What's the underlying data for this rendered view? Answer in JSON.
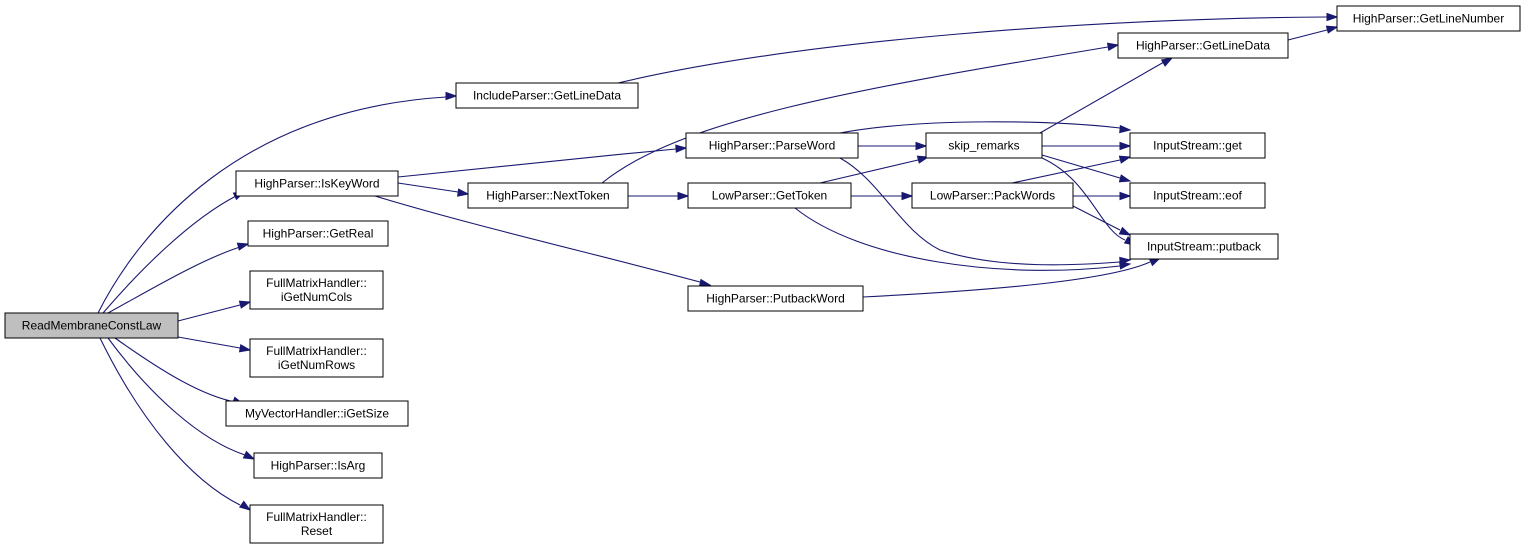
{
  "colors": {
    "edge": "#191970",
    "node_fill": "#ffffff",
    "root_fill": "#bfbfbf",
    "node_border": "#000000"
  },
  "nodes": {
    "root": [
      "ReadMembraneConstLaw"
    ],
    "include_getlinedata": [
      "IncludeParser::GetLineData"
    ],
    "iskeyword": [
      "HighParser::IsKeyWord"
    ],
    "getreal": [
      "HighParser::GetReal"
    ],
    "igetnumcols": [
      "FullMatrixHandler::",
      "iGetNumCols"
    ],
    "igetnumrows": [
      "FullMatrixHandler::",
      "iGetNumRows"
    ],
    "igetsize": [
      "MyVectorHandler::iGetSize"
    ],
    "isarg": [
      "HighParser::IsArg"
    ],
    "reset": [
      "FullMatrixHandler::",
      "Reset"
    ],
    "nexttoken": [
      "HighParser::NextToken"
    ],
    "parseword": [
      "HighParser::ParseWord"
    ],
    "gettoken": [
      "LowParser::GetToken"
    ],
    "putbackword": [
      "HighParser::PutbackWord"
    ],
    "skip_remarks": [
      "skip_remarks"
    ],
    "packwords": [
      "LowParser::PackWords"
    ],
    "high_getlinedata": [
      "HighParser::GetLineData"
    ],
    "getlinenumber": [
      "HighParser::GetLineNumber"
    ],
    "is_get": [
      "InputStream::get"
    ],
    "is_eof": [
      "InputStream::eof"
    ],
    "is_putback": [
      "InputStream::putback"
    ]
  }
}
